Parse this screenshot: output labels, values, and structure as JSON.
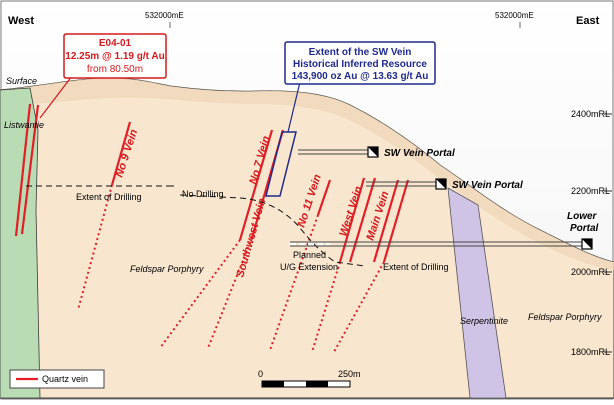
{
  "compass": {
    "west": "West",
    "east": "East"
  },
  "grid_eastings": [
    "532000mE",
    "532000mE"
  ],
  "rl_labels": [
    "2400mRL",
    "2200mRL",
    "2000mRL",
    "1800mRL"
  ],
  "callout_drill": {
    "hole": "E04-01",
    "intercept": "12.25m @ 1.19 g/t Au",
    "depth": "from 80.50m"
  },
  "callout_resource": {
    "line1": "Extent of the SW Vein",
    "line2": "Historical Inferred Resource",
    "line3": "143,900 oz Au @ 13.63 g/t Au"
  },
  "units": {
    "surface": "Surface",
    "listwantie": "Listwantie",
    "feldspar_left": "Feldspar Porphyry",
    "feldspar_right": "Feldspar Porphyry",
    "serpentinite": "Serpentinite"
  },
  "veins": {
    "no9": "No 9 Vein",
    "no7": "No 7 Vein",
    "southwest": "Southwest Vein",
    "no11": "No 11 Vein",
    "west": "West Vein",
    "main": "Main Vein"
  },
  "portals": {
    "sw_upper": "SW Vein Portal",
    "sw_lower": "SW Vein Portal",
    "lower_line1": "Lower",
    "lower_line2": "Portal"
  },
  "annotations": {
    "extent_drilling_left": "Extent of Drilling",
    "no_drilling": "No Drilling",
    "planned_line1": "Planned",
    "planned_line2": "U/G Extension",
    "extent_drilling_right": "Extent of Drilling"
  },
  "scale_bar": {
    "start": "0",
    "end": "250m"
  },
  "legend": {
    "quartz_vein": "Quartz vein"
  },
  "colors": {
    "vein_red": "#e41e26",
    "callout_red": "#d7191c",
    "callout_blue": "#1f2a8c",
    "porphyry": "#f8e6cf",
    "listwantie": "#b9dcb4",
    "serpentinite": "#cfc4e6",
    "sky": "#ffffff"
  }
}
